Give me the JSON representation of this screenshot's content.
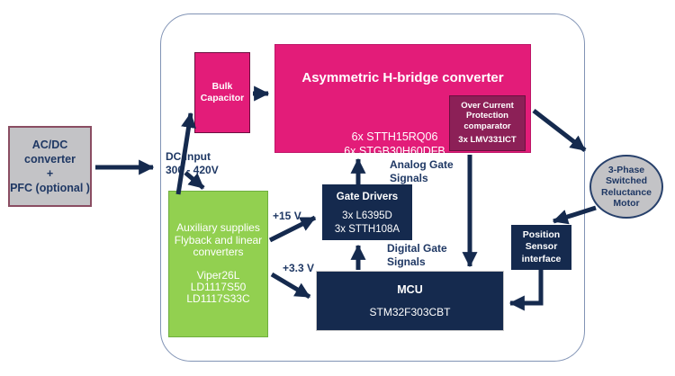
{
  "colors": {
    "magenta": "#E31C79",
    "maroon": "#8C2057",
    "navy": "#152A4E",
    "text_navy": "#1F3864",
    "green": "#92D050",
    "gray": "#C3C3C6",
    "frame_border": "#8193B5"
  },
  "blocks": {
    "acdc": {
      "label": "AC/DC\nconverter\n+\nPFC (optional )"
    },
    "dc_input": {
      "label": "DC Input\n300 - 420V"
    },
    "bulk_capacitor": {
      "label": "Bulk\nCapacitor"
    },
    "hbridge": {
      "title": "Asymmetric H-bridge converter",
      "parts": "6x STTH15RQ06\n6x STGB30H60DFB"
    },
    "over_current_protection": {
      "title": "Over Current\nProtection\ncomparator",
      "part": "3x LMV331ICT"
    },
    "aux_supplies": {
      "description": "Auxiliary supplies\nFlyback and linear\nconverters",
      "parts": "Viper26L\nLD1117S50\nLD1117S33C"
    },
    "gate_drivers": {
      "title": "Gate Drivers",
      "parts": "3x L6395D\n3x STTH108A"
    },
    "mcu": {
      "title": "MCU",
      "part": "STM32F303CBT"
    },
    "position_sensor": {
      "label": "Position\nSensor\ninterface"
    },
    "motor": {
      "label": "3-Phase\nSwitched\nReluctance\nMotor"
    }
  },
  "signal_labels": {
    "v15": "+15 V",
    "v33": "+3.3 V",
    "analog": "Analog Gate\nSignals",
    "digital": "Digital Gate\nSignals"
  }
}
